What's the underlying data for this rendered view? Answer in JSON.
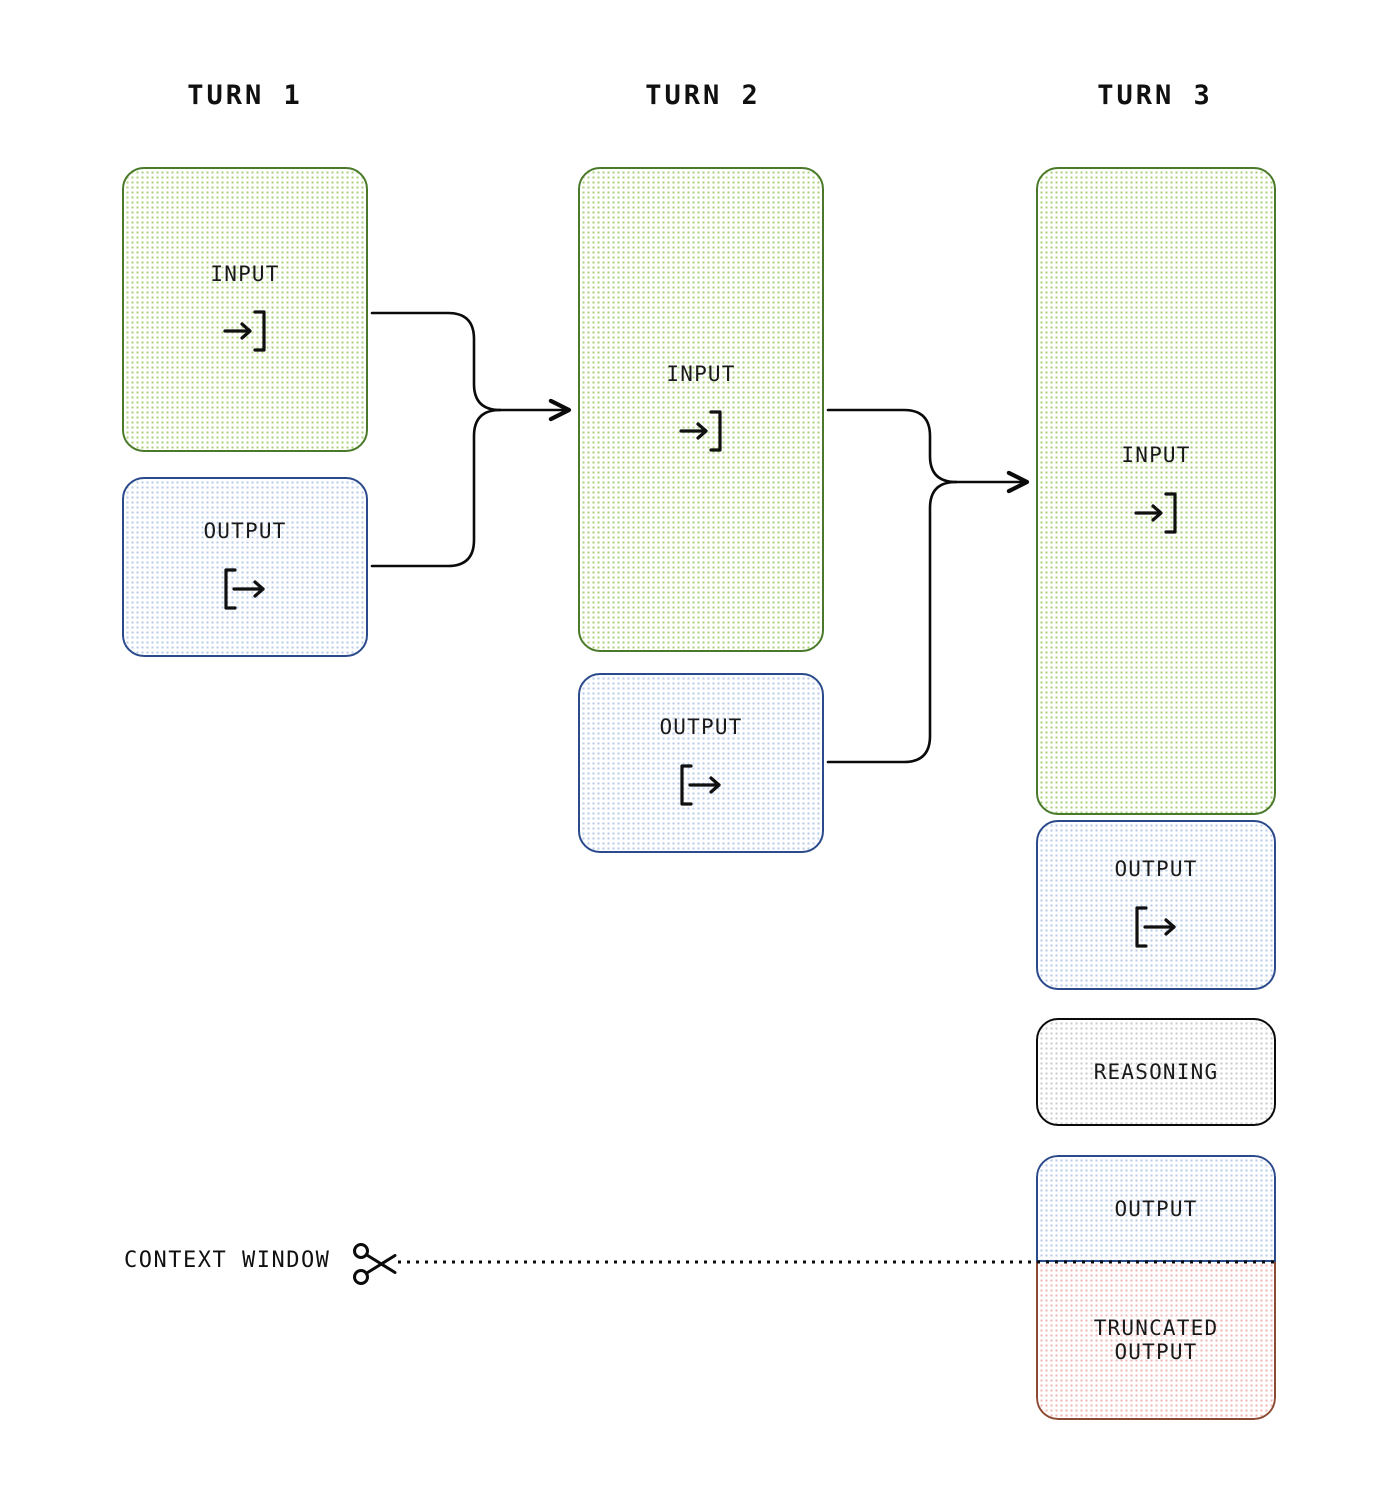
{
  "diagram": {
    "title_row": [
      {
        "label": "TURN 1"
      },
      {
        "label": "TURN 2"
      },
      {
        "label": "TURN 3"
      }
    ],
    "labels": {
      "input": "INPUT",
      "output": "OUTPUT",
      "reasoning": "REASONING",
      "truncated_output": "TRUNCATED\nOUTPUT",
      "context_window": "CONTEXT WINDOW"
    },
    "icons": {
      "input_glyph": "→]",
      "output_glyph": "[→",
      "scissors": "✂"
    },
    "colors": {
      "input_border": "#4a7a29",
      "input_dots": "#a9cf7a",
      "output_border": "#2b4a8b",
      "output_dots": "#b7c9e8",
      "reasoning_border": "#0b0b0b",
      "reasoning_dots": "#c9c9c9",
      "truncated_border": "#8c4a33",
      "truncated_dots": "#f0b3b3",
      "connector": "#0b0b0b"
    },
    "turns": [
      {
        "name": "turn-1",
        "blocks": [
          {
            "kind": "input",
            "label": "INPUT",
            "glyph": "→]"
          },
          {
            "kind": "output",
            "label": "OUTPUT",
            "glyph": "[→"
          }
        ]
      },
      {
        "name": "turn-2",
        "blocks": [
          {
            "kind": "input",
            "label": "INPUT",
            "glyph": "→]"
          },
          {
            "kind": "output",
            "label": "OUTPUT",
            "glyph": "[→"
          }
        ]
      },
      {
        "name": "turn-3",
        "blocks": [
          {
            "kind": "input",
            "label": "INPUT",
            "glyph": "→]"
          },
          {
            "kind": "output",
            "label": "OUTPUT",
            "glyph": "[→"
          },
          {
            "kind": "reasoning",
            "label": "REASONING",
            "glyph": ""
          },
          {
            "kind": "output",
            "label": "OUTPUT",
            "glyph": ""
          },
          {
            "kind": "truncated",
            "label": "TRUNCATED\nOUTPUT",
            "glyph": ""
          }
        ]
      }
    ]
  }
}
